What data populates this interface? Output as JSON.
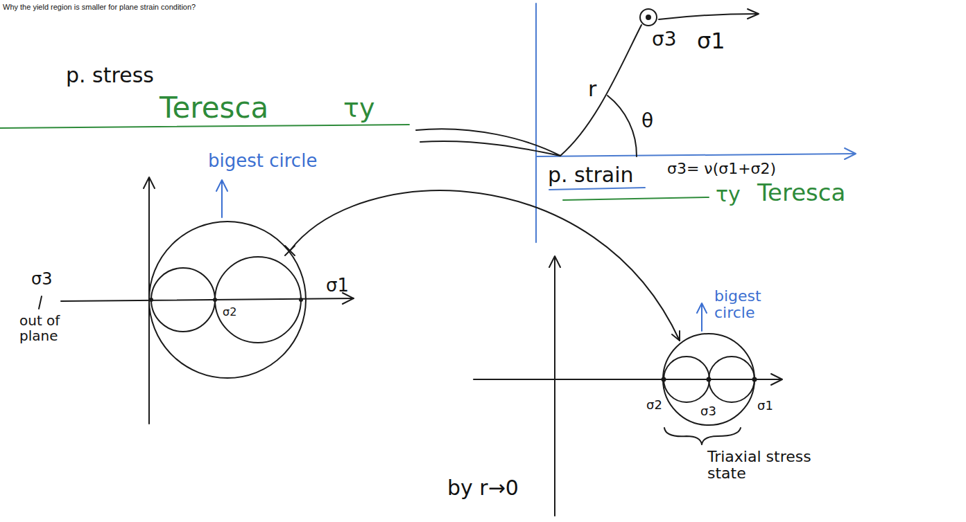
{
  "diagram": {
    "title": "Why the yield region is smaller for plane strain condition?",
    "labels": [
      "σ3",
      "σ1",
      "p. stress",
      "r",
      "Teresca",
      "τy",
      "θ",
      "bigest circle",
      "p. strain",
      "σ3= ν(σ1+σ2)",
      "τy",
      "Teresca",
      "σ3",
      "out of plane",
      "σ2",
      "σ1",
      "bigest circle",
      "σ2",
      "σ3",
      "σ1",
      "Triaxial stress state",
      "by r→0"
    ]
  }
}
